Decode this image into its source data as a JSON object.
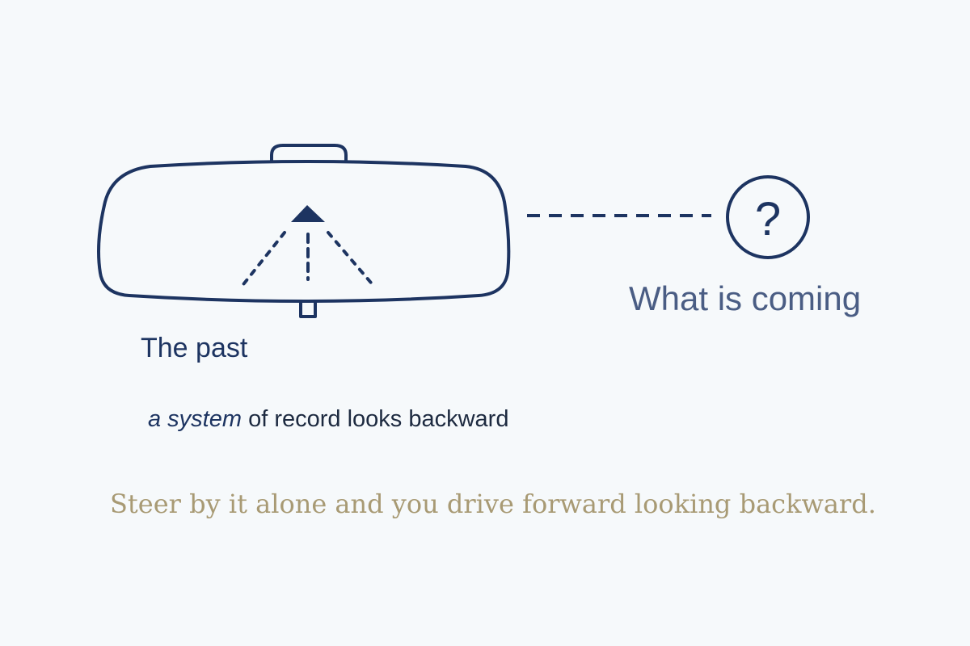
{
  "labels": {
    "past": "The past",
    "coming": "What is coming",
    "question_mark": "?"
  },
  "caption": {
    "emphasis": "a system",
    "rest": " of record looks backward"
  },
  "tagline": "Steer by it alone and you drive forward looking backward.",
  "colors": {
    "navy": "#1d3461",
    "muted_navy": "#4a5d84",
    "tan": "#a89a74",
    "background": "#f6f9fb"
  },
  "icons": {
    "mirror": "rearview-mirror-icon",
    "road": "road-perspective-icon",
    "question": "question-circle-icon"
  }
}
